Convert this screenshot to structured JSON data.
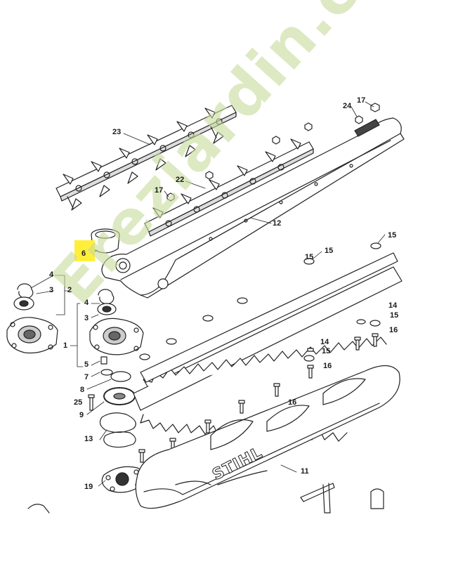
{
  "diagram": {
    "callouts": [
      {
        "id": "c17a",
        "text": "17"
      },
      {
        "id": "c24",
        "text": "24"
      },
      {
        "id": "c23",
        "text": "23"
      },
      {
        "id": "c22",
        "text": "22"
      },
      {
        "id": "c17b",
        "text": "17"
      },
      {
        "id": "c12",
        "text": "12"
      },
      {
        "id": "c6",
        "text": "6"
      },
      {
        "id": "c15a",
        "text": "15"
      },
      {
        "id": "c15b",
        "text": "15"
      },
      {
        "id": "c15c",
        "text": "15"
      },
      {
        "id": "c15d",
        "text": "15"
      },
      {
        "id": "c15e",
        "text": "15"
      },
      {
        "id": "c14a",
        "text": "14"
      },
      {
        "id": "c14b",
        "text": "14"
      },
      {
        "id": "c16a",
        "text": "16"
      },
      {
        "id": "c16b",
        "text": "16"
      },
      {
        "id": "c16c",
        "text": "16"
      },
      {
        "id": "c4a",
        "text": "4"
      },
      {
        "id": "c3a",
        "text": "3"
      },
      {
        "id": "c2",
        "text": "2"
      },
      {
        "id": "c4b",
        "text": "4"
      },
      {
        "id": "c3b",
        "text": "3"
      },
      {
        "id": "c1",
        "text": "1"
      },
      {
        "id": "c5",
        "text": "5"
      },
      {
        "id": "c7",
        "text": "7"
      },
      {
        "id": "c8",
        "text": "8"
      },
      {
        "id": "c25",
        "text": "25"
      },
      {
        "id": "c9",
        "text": "9"
      },
      {
        "id": "c13",
        "text": "13"
      },
      {
        "id": "c19",
        "text": "19"
      },
      {
        "id": "c11",
        "text": "11"
      }
    ],
    "highlight_color": "#ffef3a",
    "watermark_text": "Ereziardin.com",
    "watermark_color": "#c8dc9a",
    "brand_text": "STIHL"
  }
}
